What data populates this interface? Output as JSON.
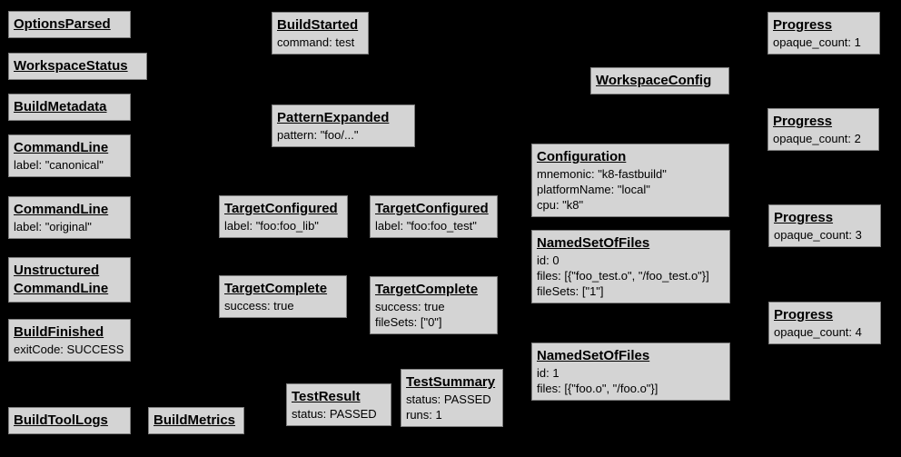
{
  "diagram": {
    "description": "Build event protocol graph of gray event nodes on a black background",
    "colors": {
      "background": "#000000",
      "node_fill": "#d4d4d4",
      "node_border": "#7f7f7f",
      "text": "#000000"
    },
    "nodes": [
      {
        "id": "options-parsed",
        "title": "OptionsParsed",
        "lines": []
      },
      {
        "id": "workspace-status",
        "title": "WorkspaceStatus",
        "lines": []
      },
      {
        "id": "build-metadata",
        "title": "BuildMetadata",
        "lines": []
      },
      {
        "id": "command-line-canonical",
        "title": "CommandLine",
        "lines": [
          "label: \"canonical\""
        ]
      },
      {
        "id": "command-line-original",
        "title": "CommandLine",
        "lines": [
          "label: \"original\""
        ]
      },
      {
        "id": "unstructured-command-line",
        "title": "Unstructured CommandLine",
        "lines": []
      },
      {
        "id": "build-finished",
        "title": "BuildFinished",
        "lines": [
          "exitCode: SUCCESS"
        ]
      },
      {
        "id": "build-tool-logs",
        "title": "BuildToolLogs",
        "lines": []
      },
      {
        "id": "build-metrics",
        "title": "BuildMetrics",
        "lines": []
      },
      {
        "id": "build-started",
        "title": "BuildStarted",
        "lines": [
          "command: test"
        ]
      },
      {
        "id": "pattern-expanded",
        "title": "PatternExpanded",
        "lines": [
          "pattern: \"foo/...\""
        ]
      },
      {
        "id": "target-configured-foo-lib",
        "title": "TargetConfigured",
        "lines": [
          "label: \"foo:foo_lib\""
        ]
      },
      {
        "id": "target-configured-foo-test",
        "title": "TargetConfigured",
        "lines": [
          "label: \"foo:foo_test\""
        ]
      },
      {
        "id": "target-complete-foo-lib",
        "title": "TargetComplete",
        "lines": [
          "success: true"
        ]
      },
      {
        "id": "target-complete-foo-test",
        "title": "TargetComplete",
        "lines": [
          "success: true",
          "fileSets: [\"0\"]"
        ]
      },
      {
        "id": "test-result",
        "title": "TestResult",
        "lines": [
          "status: PASSED"
        ]
      },
      {
        "id": "test-summary",
        "title": "TestSummary",
        "lines": [
          "status: PASSED",
          "runs: 1"
        ]
      },
      {
        "id": "workspace-config",
        "title": "WorkspaceConfig",
        "lines": []
      },
      {
        "id": "configuration",
        "title": "Configuration",
        "lines": [
          "mnemonic: \"k8-fastbuild\"",
          "platformName: \"local\"",
          "cpu: \"k8\""
        ]
      },
      {
        "id": "named-set-of-files-0",
        "title": "NamedSetOfFiles",
        "lines": [
          "id: 0",
          "files: [{\"foo_test.o\", \"/foo_test.o\"}]",
          "fileSets: [\"1\"]"
        ]
      },
      {
        "id": "named-set-of-files-1",
        "title": "NamedSetOfFiles",
        "lines": [
          "id: 1",
          "files: [{\"foo.o\", \"/foo.o\"}]"
        ]
      },
      {
        "id": "progress-1",
        "title": "Progress",
        "lines": [
          "opaque_count: 1"
        ]
      },
      {
        "id": "progress-2",
        "title": "Progress",
        "lines": [
          "opaque_count: 2"
        ]
      },
      {
        "id": "progress-3",
        "title": "Progress",
        "lines": [
          "opaque_count: 3"
        ]
      },
      {
        "id": "progress-4",
        "title": "Progress",
        "lines": [
          "opaque_count: 4"
        ]
      }
    ]
  }
}
